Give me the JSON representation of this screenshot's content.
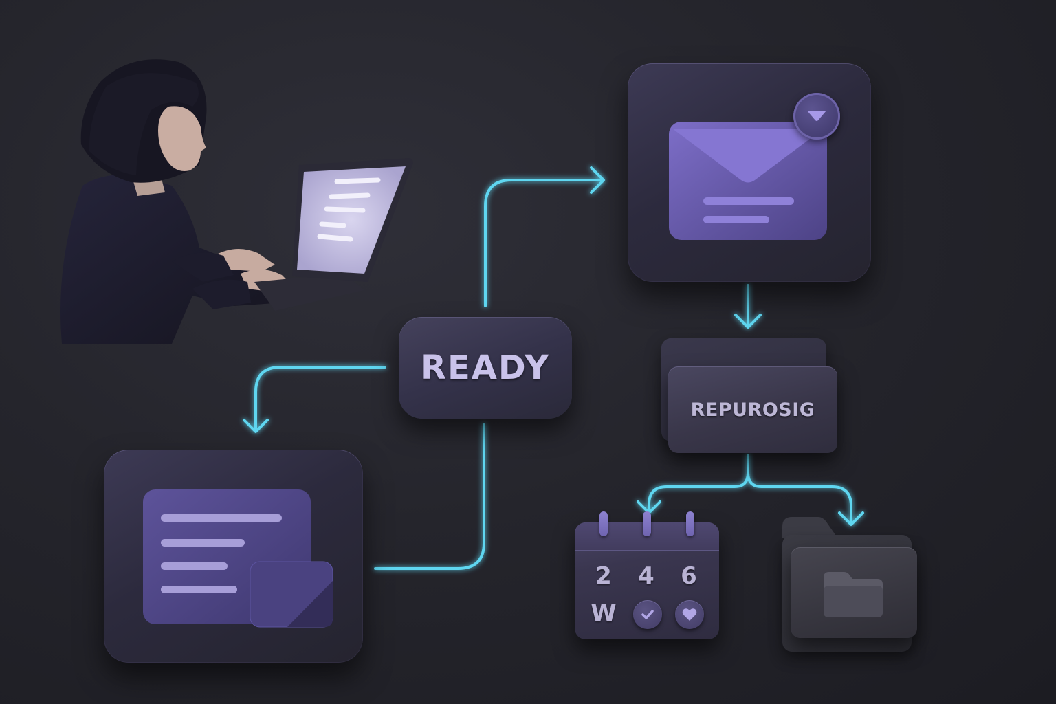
{
  "diagram": {
    "title": "Content repurposing workflow",
    "hub": {
      "label": "READY"
    },
    "nodes": [
      {
        "id": "user",
        "label": "Person typing on laptop",
        "icon": "person-laptop-icon"
      },
      {
        "id": "email",
        "label": "Email",
        "icon": "envelope-icon",
        "badge_icon": "dropdown-triangle-icon"
      },
      {
        "id": "document",
        "label": "Document",
        "icon": "document-lines-icon"
      },
      {
        "id": "repurposing",
        "label": "REPUROSIG",
        "icon": "folder-icon"
      },
      {
        "id": "calendar",
        "label": "Calendar",
        "icon": "calendar-icon",
        "cells": [
          "2",
          "4",
          "6",
          "W"
        ],
        "badges": [
          "check-icon",
          "heart-icon"
        ]
      },
      {
        "id": "archive",
        "label": "Folder",
        "icon": "folder-icon"
      }
    ],
    "edges": [
      {
        "from": "hub",
        "to": "email"
      },
      {
        "from": "hub",
        "to": "document"
      },
      {
        "from": "document",
        "to": "hub"
      },
      {
        "from": "email",
        "to": "repurposing"
      },
      {
        "from": "repurposing",
        "to": "calendar"
      },
      {
        "from": "repurposing",
        "to": "archive"
      }
    ]
  },
  "colors": {
    "background": "#25252c",
    "connector": "#5fd6f0",
    "accent_purple": "#7a6cc4",
    "tile": "#2c2a3d",
    "label_text": "#c9c2ea"
  }
}
